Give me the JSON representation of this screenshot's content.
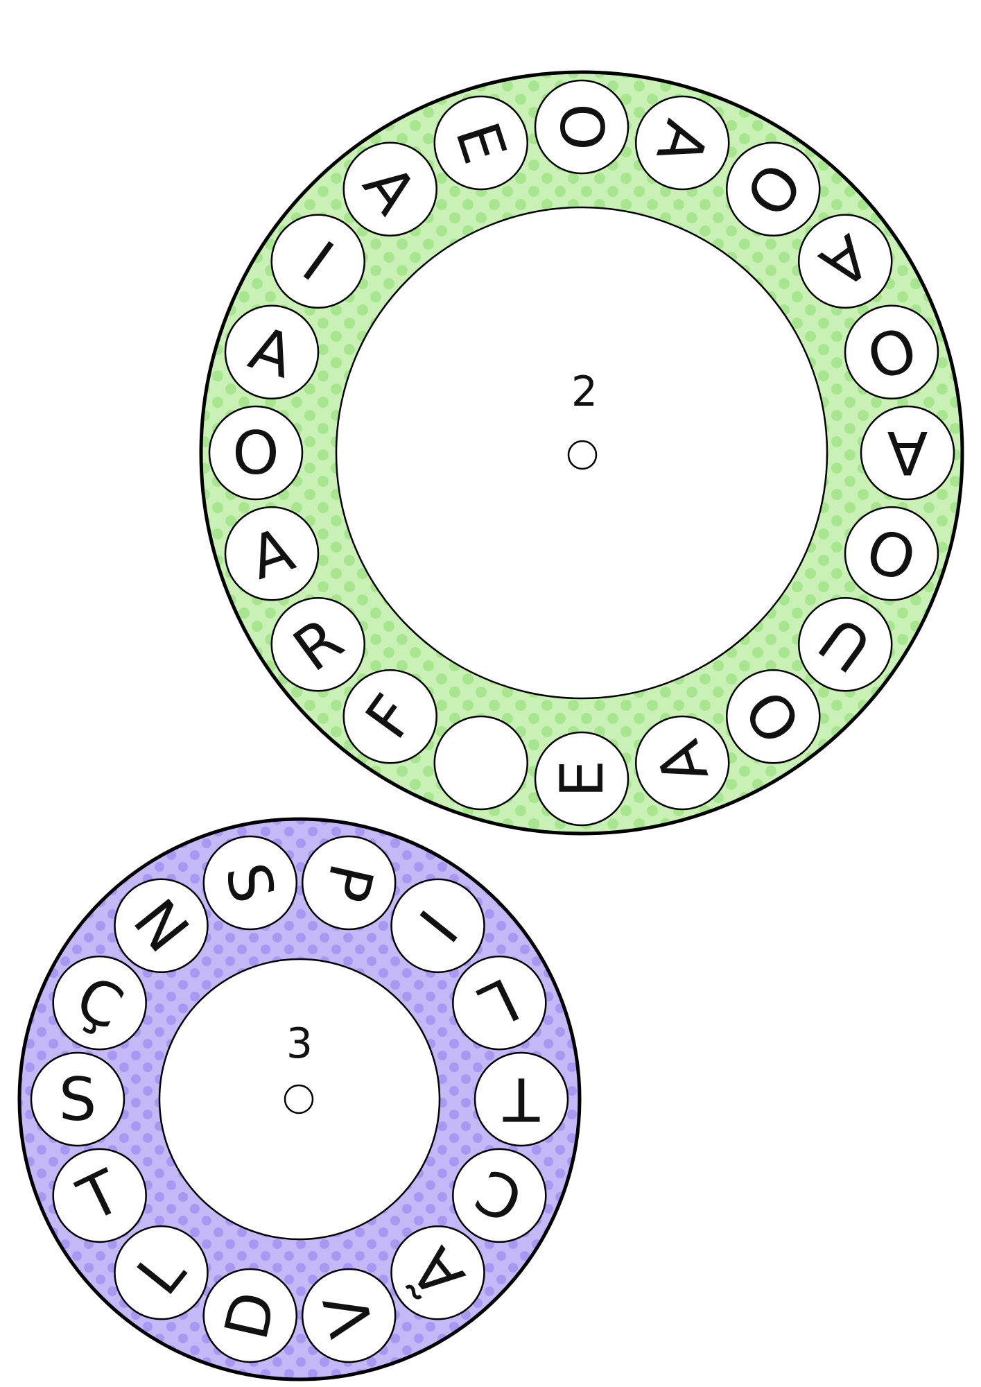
{
  "colors": {
    "green_ring": "#c9f1b6",
    "green_dot": "#a7e68f",
    "purple_ring": "#c4b9f6",
    "purple_dot": "#a898f2",
    "outline": "#000000"
  },
  "wheels": [
    {
      "id": "wheel-2",
      "number": "2",
      "start_angle_deg": -90,
      "letters": [
        "O",
        "A",
        "O",
        "A",
        "O",
        "A",
        "O",
        "U",
        "O",
        "A",
        "E",
        "",
        "F",
        "R",
        "A",
        "O",
        "A",
        "I",
        "A",
        "E"
      ]
    },
    {
      "id": "wheel-3",
      "number": "3",
      "start_angle_deg": -77.14,
      "letters": [
        "P",
        "I",
        "L",
        "T",
        "C",
        "Ã",
        "V",
        "D",
        "L",
        "T",
        "S",
        "Ç",
        "N",
        "S"
      ]
    }
  ]
}
